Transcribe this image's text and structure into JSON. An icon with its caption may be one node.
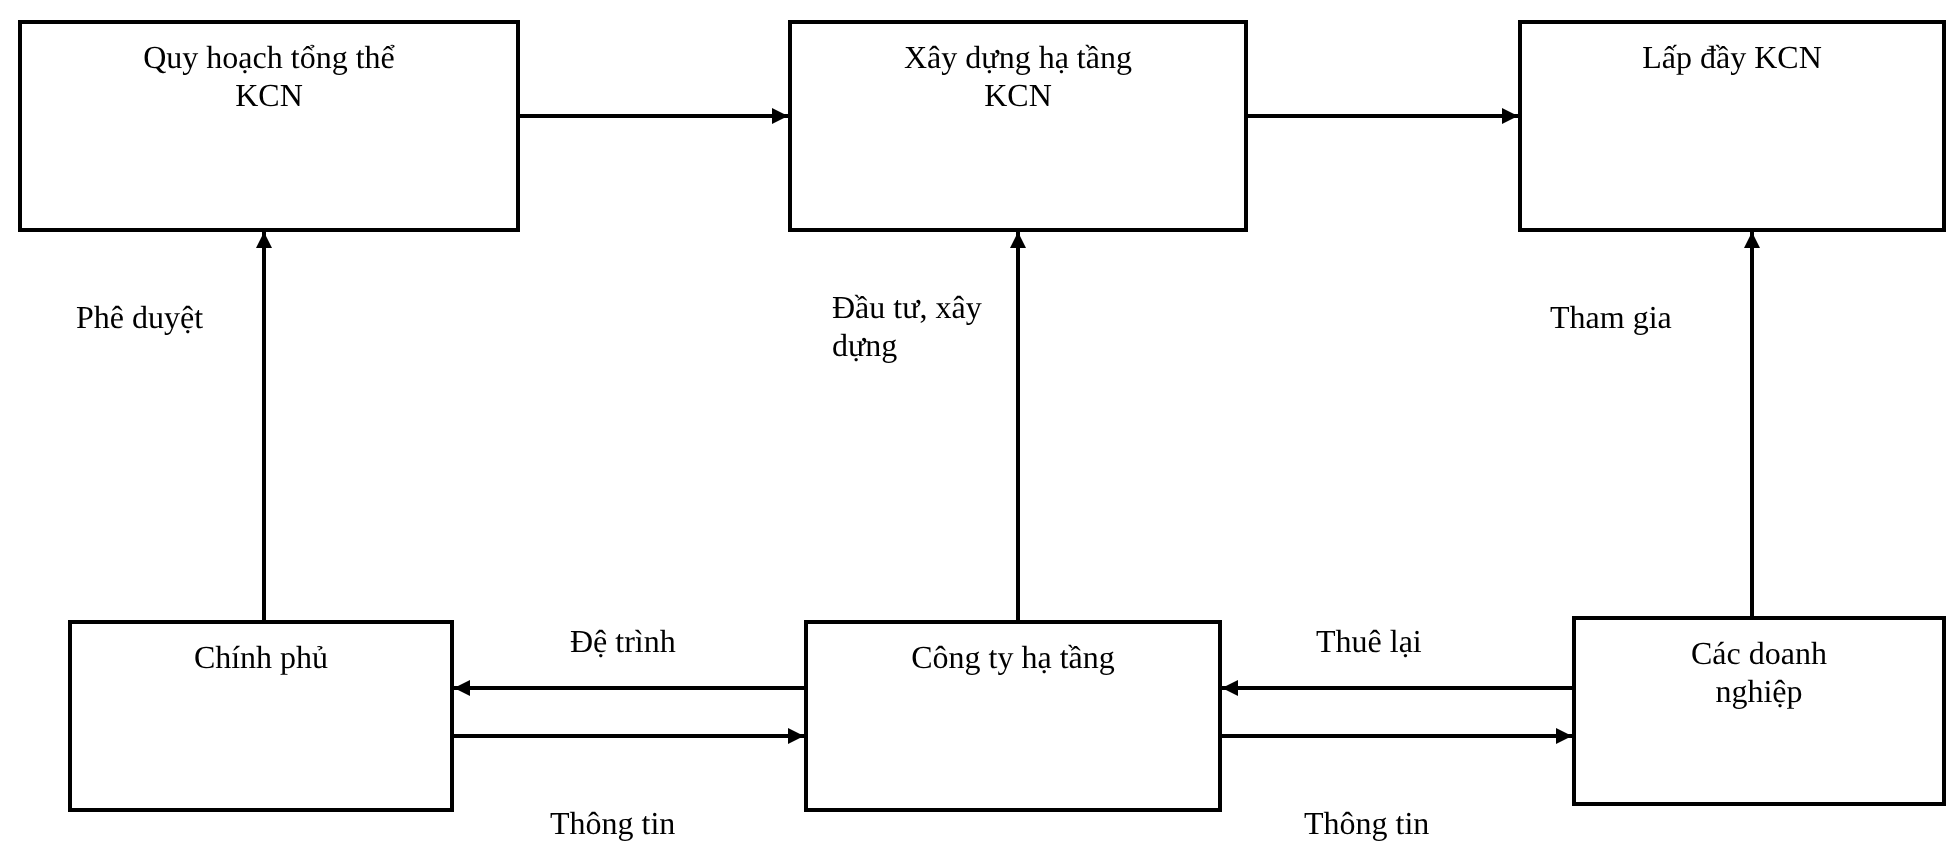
{
  "diagram": {
    "nodes": [
      {
        "text": [
          "Quy hoạch tổng thể KCN"
        ]
      },
      {
        "text": [
          "Xây dựng hạ tầng KCN"
        ]
      },
      {
        "text": [
          "Lấp đầy KCN"
        ]
      },
      {
        "text": [
          "Chính phủ"
        ]
      },
      {
        "text": [
          "Công ty hạ tầng"
        ]
      },
      {
        "text": [
          "Các doanh nghiệp"
        ]
      }
    ],
    "edges": [
      {
        "from": 0,
        "to": 1,
        "arrow": "to"
      },
      {
        "from": 1,
        "to": 2,
        "arrow": "to"
      },
      {
        "from": 3,
        "to": 0,
        "arrow": "to",
        "label": "Phê duyệt"
      },
      {
        "from": 4,
        "to": 1,
        "arrow": "to",
        "label": "Đầu tư, xây dựng"
      },
      {
        "from": 5,
        "to": 2,
        "arrow": "to",
        "label": "Tham gia"
      },
      {
        "from": 4,
        "to": 3,
        "arrow": "to",
        "label": "Đệ trình"
      },
      {
        "from": 3,
        "to": 4,
        "arrow": "to",
        "label": "Thông tin"
      },
      {
        "from": 5,
        "to": 4,
        "arrow": "to",
        "label": "Thuê lại"
      },
      {
        "from": 4,
        "to": 5,
        "arrow": "to",
        "label": "Thông tin"
      }
    ]
  }
}
